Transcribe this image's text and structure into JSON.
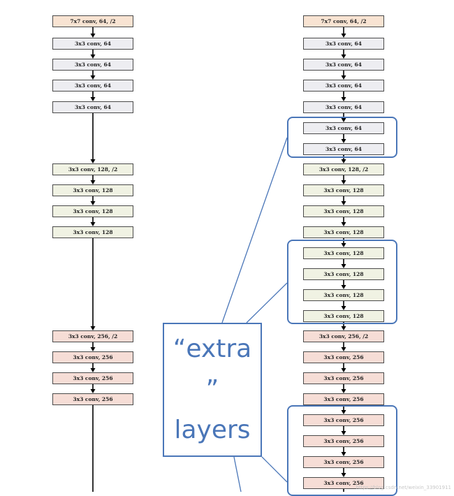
{
  "left_column": [
    {
      "label": "7x7 conv, 64, /2",
      "kind": "first"
    },
    {
      "label": "3x3 conv, 64",
      "kind": "64"
    },
    {
      "label": "3x3 conv, 64",
      "kind": "64"
    },
    {
      "label": "3x3 conv, 64",
      "kind": "64"
    },
    {
      "label": "3x3 conv, 64",
      "kind": "64"
    },
    {
      "label": "3x3 conv, 128, /2",
      "kind": "128"
    },
    {
      "label": "3x3 conv, 128",
      "kind": "128"
    },
    {
      "label": "3x3 conv, 128",
      "kind": "128"
    },
    {
      "label": "3x3 conv, 128",
      "kind": "128"
    },
    {
      "label": "3x3 conv, 256, /2",
      "kind": "256"
    },
    {
      "label": "3x3 conv, 256",
      "kind": "256"
    },
    {
      "label": "3x3 conv, 256",
      "kind": "256"
    },
    {
      "label": "3x3 conv, 256",
      "kind": "256"
    }
  ],
  "right_column": [
    {
      "label": "7x7 conv, 64, /2",
      "kind": "first"
    },
    {
      "label": "3x3 conv, 64",
      "kind": "64"
    },
    {
      "label": "3x3 conv, 64",
      "kind": "64"
    },
    {
      "label": "3x3 conv, 64",
      "kind": "64"
    },
    {
      "label": "3x3 conv, 64",
      "kind": "64"
    },
    {
      "label": "3x3 conv, 64",
      "kind": "64"
    },
    {
      "label": "3x3 conv, 64",
      "kind": "64"
    },
    {
      "label": "3x3 conv, 128, /2",
      "kind": "128"
    },
    {
      "label": "3x3 conv, 128",
      "kind": "128"
    },
    {
      "label": "3x3 conv, 128",
      "kind": "128"
    },
    {
      "label": "3x3 conv, 128",
      "kind": "128"
    },
    {
      "label": "3x3 conv, 128",
      "kind": "128"
    },
    {
      "label": "3x3 conv, 128",
      "kind": "128"
    },
    {
      "label": "3x3 conv, 128",
      "kind": "128"
    },
    {
      "label": "3x3 conv, 128",
      "kind": "128"
    },
    {
      "label": "3x3 conv, 256, /2",
      "kind": "256"
    },
    {
      "label": "3x3 conv, 256",
      "kind": "256"
    },
    {
      "label": "3x3 conv, 256",
      "kind": "256"
    },
    {
      "label": "3x3 conv, 256",
      "kind": "256"
    },
    {
      "label": "3x3 conv, 256",
      "kind": "256"
    },
    {
      "label": "3x3 conv, 256",
      "kind": "256"
    },
    {
      "label": "3x3 conv, 256",
      "kind": "256"
    },
    {
      "label": "3x3 conv, 256",
      "kind": "256"
    }
  ],
  "annotation": {
    "line1": "“extra",
    "line2": "”",
    "line3": "layers"
  },
  "colors": {
    "outline": "#4a76b8",
    "first": "#f8e3d2",
    "conv64": "#ededf1",
    "conv128": "#f0f2e3",
    "conv256": "#f6ddd6"
  },
  "watermark": "https://blog.csdn.net/weixin_33901911"
}
